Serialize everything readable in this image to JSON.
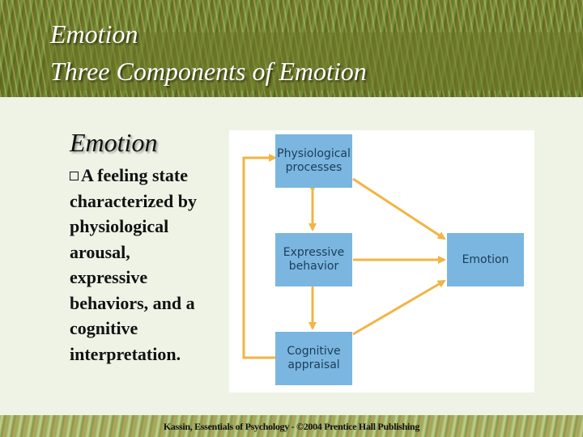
{
  "header": {
    "title_line1": "Emotion",
    "title_line2": "Three Components of Emotion"
  },
  "content": {
    "subheading": "Emotion",
    "bullet_text": "A feeling state characterized by physiological arousal, expressive behaviors, and a cognitive interpretation."
  },
  "diagram": {
    "nodes": {
      "physiological": "Physiological\nprocesses",
      "expressive": "Expressive\nbehavior",
      "cognitive": "Cognitive\nappraisal",
      "emotion": "Emotion"
    },
    "colors": {
      "node_fill": "#7ab6e0",
      "arrow": "#f2b444",
      "background": "#ffffff"
    }
  },
  "footer": {
    "citation": "Kassin, Essentials of Psychology - ©2004 Prentice Hall Publishing"
  }
}
